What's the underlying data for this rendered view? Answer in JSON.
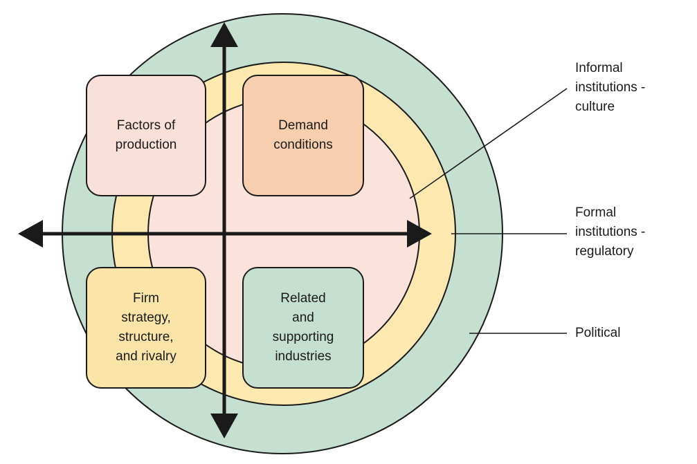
{
  "boxes": {
    "factors": "Factors of\nproduction",
    "demand": "Demand\nconditions",
    "firm": "Firm\nstrategy,\nstructure,\nand rivalry",
    "related": "Related\nand\nsupporting\nindustries"
  },
  "layers": {
    "informal": "Informal\ninstitutions -\nculture",
    "formal": "Formal\ninstitutions -\nregulatory",
    "political": "Political"
  },
  "colors": {
    "outer_ring": "#c5dfd0",
    "middle_ring": "#fde9b0",
    "inner_circle": "#fbe3dc",
    "factors_box": "#fbe0da",
    "demand_box": "#f8cfae",
    "firm_box": "#fbe4a8",
    "related_box": "#c5dfd0",
    "stroke": "#1a1a1a"
  }
}
